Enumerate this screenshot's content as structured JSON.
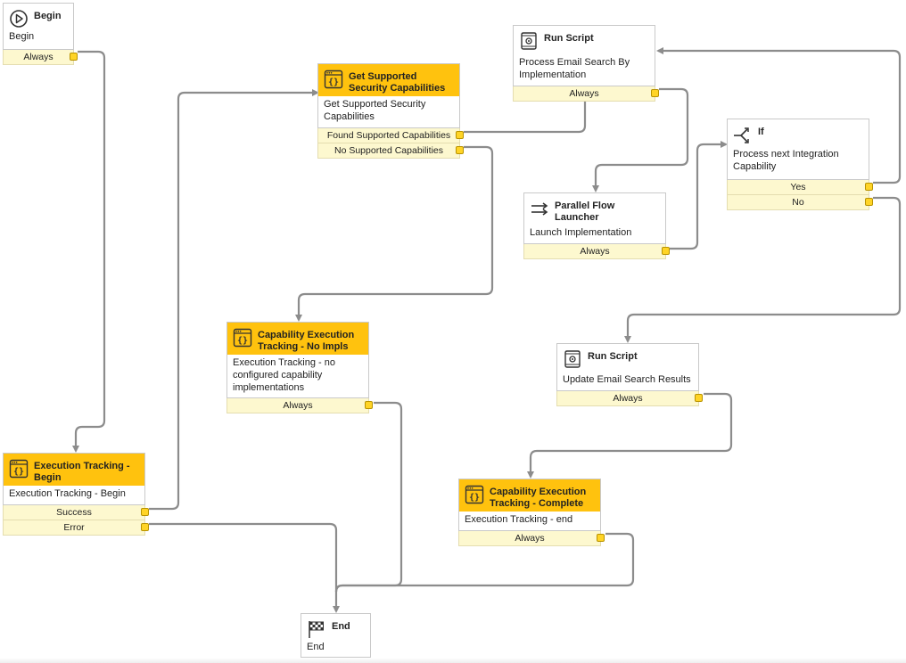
{
  "nodes": {
    "begin": {
      "title": "Begin",
      "desc": "Begin",
      "ports": [
        "Always"
      ],
      "icon": "play-circle-icon"
    },
    "exec_begin": {
      "title": "Execution Tracking - Begin",
      "desc": "Execution Tracking - Begin",
      "ports": [
        "Success",
        "Error"
      ],
      "icon": "script-braces-icon"
    },
    "get_caps": {
      "title": "Get Supported Security Capabilities",
      "desc": "Get Supported Security Capabilities",
      "ports": [
        "Found Supported Capabilities",
        "No Supported Capabilities"
      ],
      "icon": "script-braces-icon"
    },
    "cap_no_impls": {
      "title": "Capability Execution Tracking - No Impls",
      "desc": "Execution Tracking - no configured capability implementations",
      "ports": [
        "Always"
      ],
      "icon": "script-braces-icon"
    },
    "run_script_1": {
      "title": "Run Script",
      "desc": "Process Email Search By Implementation",
      "ports": [
        "Always"
      ],
      "icon": "scroll-gear-icon"
    },
    "parallel": {
      "title": "Parallel Flow Launcher",
      "desc": "Launch Implementation",
      "ports": [
        "Always"
      ],
      "icon": "parallel-arrows-icon"
    },
    "if_node": {
      "title": "If",
      "desc": "Process next Integration Capability",
      "ports": [
        "Yes",
        "No"
      ],
      "icon": "branch-icon"
    },
    "run_script_2": {
      "title": "Run Script",
      "desc": "Update Email Search Results",
      "ports": [
        "Always"
      ],
      "icon": "scroll-gear-icon"
    },
    "cap_complete": {
      "title": "Capability Execution Tracking - Complete",
      "desc": "Execution Tracking - end",
      "ports": [
        "Always"
      ],
      "icon": "script-braces-icon"
    },
    "end": {
      "title": "End",
      "desc": "End",
      "ports": [],
      "icon": "checkered-flag-icon"
    }
  },
  "colors": {
    "header_yellow": "#ffc20e",
    "port_bg": "#fdf8cf",
    "port_handle": "#ffd426",
    "wire": "#8c8c8c",
    "border": "#c9c9c9"
  }
}
